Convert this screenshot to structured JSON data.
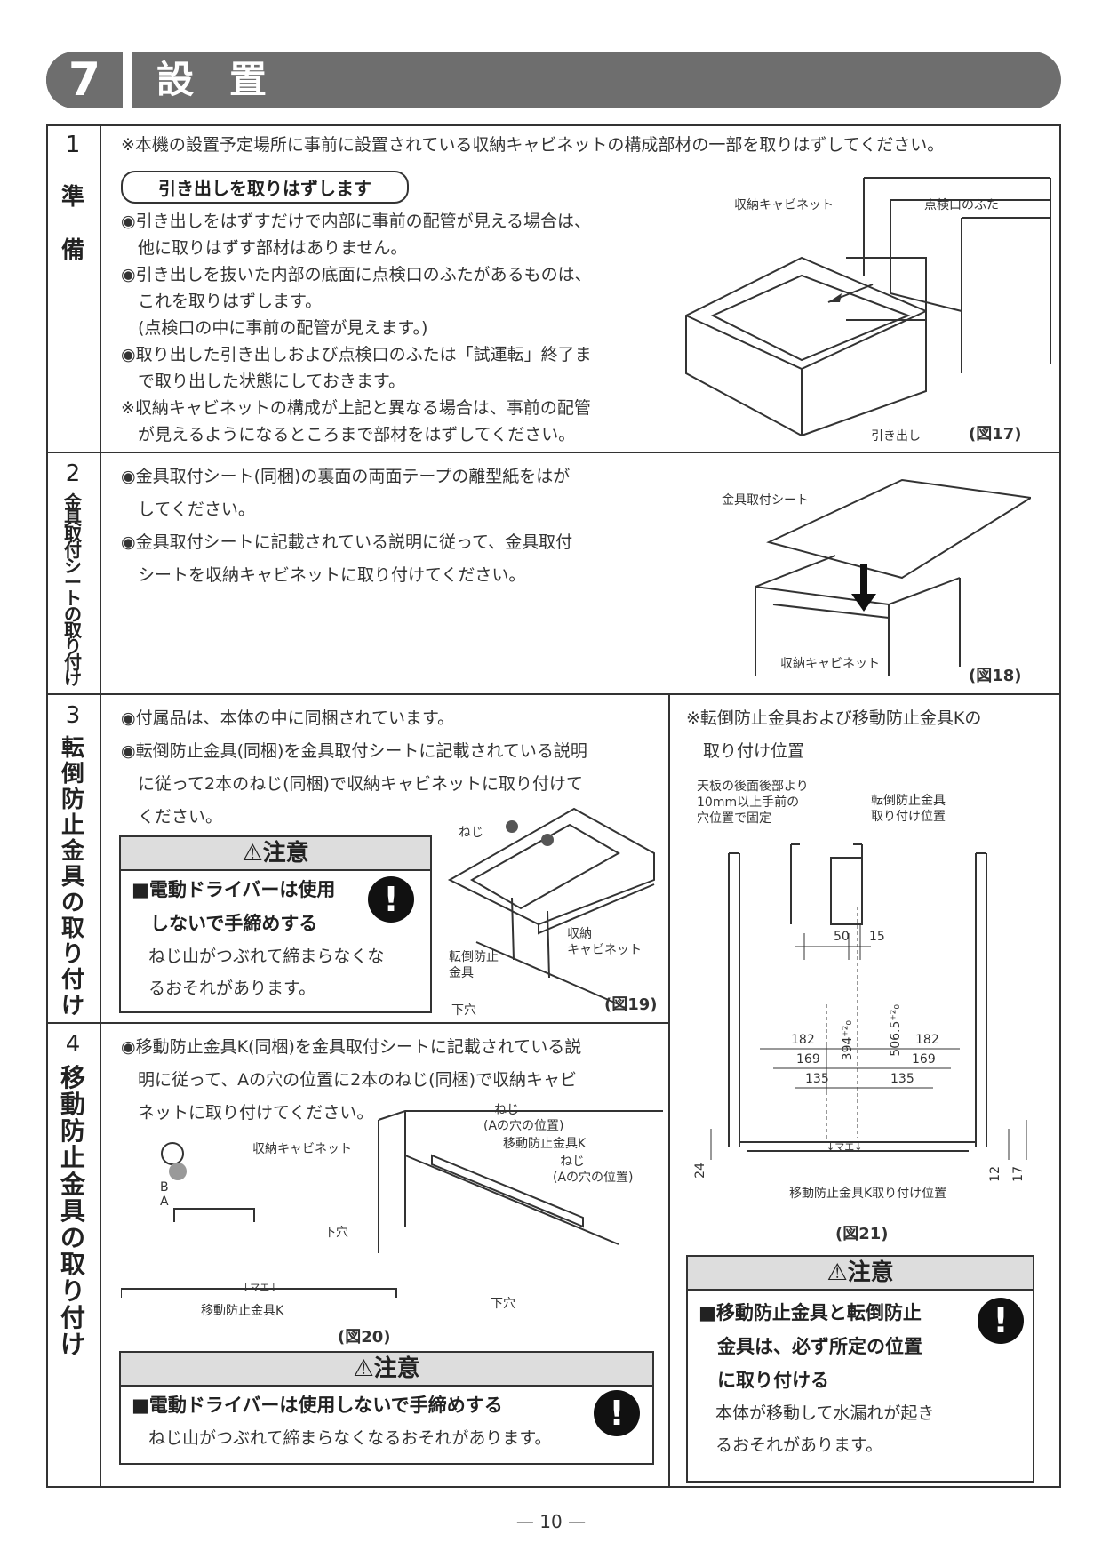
{
  "header": {
    "section_number": "7",
    "section_title": "設置"
  },
  "steps": [
    {
      "number": "1",
      "title_chars": [
        "準",
        "備"
      ],
      "note": "※本機の設置予定場所に事前に設置されている収納キャビネットの構成部材の一部を取りはずしてください。",
      "subheading": "引き出しを取りはずします",
      "lines": [
        "◉引き出しをはずすだけで内部に事前の配管が見える場合は、",
        "　他に取りはずす部材はありません。",
        "◉引き出しを抜いた内部の底面に点検口のふたがあるものは、",
        "　これを取りはずします。",
        "　(点検口の中に事前の配管が見えます。)",
        "◉取り出した引き出しおよび点検口のふたは「試運転」終了ま",
        "　で取り出した状態にしておきます。",
        "※収納キャビネットの構成が上記と異なる場合は、事前の配管",
        "　が見えるようになるところまで部材をはずしてください。"
      ],
      "figure": {
        "caption": "(図17)",
        "labels": [
          "収納キャビネット",
          "点検口のふた",
          "引き出し"
        ]
      }
    },
    {
      "number": "2",
      "title_chars": [
        "金",
        "具",
        "取",
        "付",
        "シ",
        "ー",
        "ト",
        "の",
        "取",
        "り",
        "付",
        "け"
      ],
      "lines": [
        "◉金具取付シート(同梱)の裏面の両面テープの離型紙をはが",
        "　してください。",
        "◉金具取付シートに記載されている説明に従って、金具取付",
        "　シートを収納キャビネットに取り付けてください。"
      ],
      "figure": {
        "caption": "(図18)",
        "labels": [
          "金具取付シート",
          "収納キャビネット"
        ]
      }
    },
    {
      "number": "3",
      "title_chars": [
        "転",
        "倒",
        "防",
        "止",
        "金",
        "具",
        "の",
        "取",
        "り",
        "付",
        "け"
      ],
      "lines": [
        "◉付属品は、本体の中に同梱されています。",
        "◉転倒防止金具(同梱)を金具取付シートに記載されている説明",
        "　に従って2本のねじ(同梱)で収納キャビネットに取り付けて",
        "　ください。"
      ],
      "caution": {
        "title": "⚠注意",
        "bold_lines": [
          "■電動ドライバーは使用",
          "　しないで手締めする"
        ],
        "normal_lines": [
          "　ねじ山がつぶれて締まらなくな",
          "　るおそれがあります。"
        ]
      },
      "figure": {
        "caption": "(図19)",
        "labels": [
          "ねじ",
          "転倒防止",
          "金具",
          "収納",
          "キャビネット",
          "下穴"
        ]
      }
    },
    {
      "number": "4",
      "title_chars": [
        "移",
        "動",
        "防",
        "止",
        "金",
        "具",
        "の",
        "取",
        "り",
        "付",
        "け"
      ],
      "lines": [
        "◉移動防止金具K(同梱)を金具取付シートに記載されている説",
        "　明に従って、Aの穴の位置に2本のねじ(同梱)で収納キャビ",
        "　ネットに取り付けてください。"
      ],
      "caution": {
        "title": "⚠注意",
        "bold_line": "■電動ドライバーは使用しないで手締めする",
        "normal_line": "　ねじ山がつぶれて締まらなくなるおそれがあります。"
      },
      "figure": {
        "caption": "(図20)",
        "labels": [
          "ねじ",
          "(Aの穴の位置)",
          "移動防止金具K",
          "ねじ",
          "(Aの穴の位置)",
          "収納キャビネット",
          "下穴",
          "下穴",
          "移動防止金具K",
          "B",
          "A",
          "↓マエ↓"
        ]
      }
    }
  ],
  "right_panel": {
    "note_lines": [
      "※転倒防止金具および移動防止金具Kの",
      "　取り付け位置"
    ],
    "labels": {
      "top_left": [
        "天板の後面後部より",
        "10mm以上手前の",
        "穴位置で固定"
      ],
      "top_right": [
        "転倒防止金具",
        "取り付け位置"
      ],
      "bottom": "移動防止金具K取り付け位置",
      "bracket": "↓マエ↓"
    },
    "dimensions": [
      "50",
      "15",
      "506.5⁺²₀",
      "394⁺²₀",
      "182",
      "182",
      "169",
      "169",
      "135",
      "135",
      "24",
      "12",
      "17"
    ],
    "caption": "(図21)",
    "caution": {
      "title": "⚠注意",
      "bold_lines": [
        "■移動防止金具と転倒防止",
        "　金具は、必ず所定の位置",
        "　に取り付ける"
      ],
      "normal_lines": [
        "　本体が移動して水漏れが起き",
        "　るおそれがあります。"
      ]
    }
  },
  "footer": {
    "page": "— 10 —"
  }
}
